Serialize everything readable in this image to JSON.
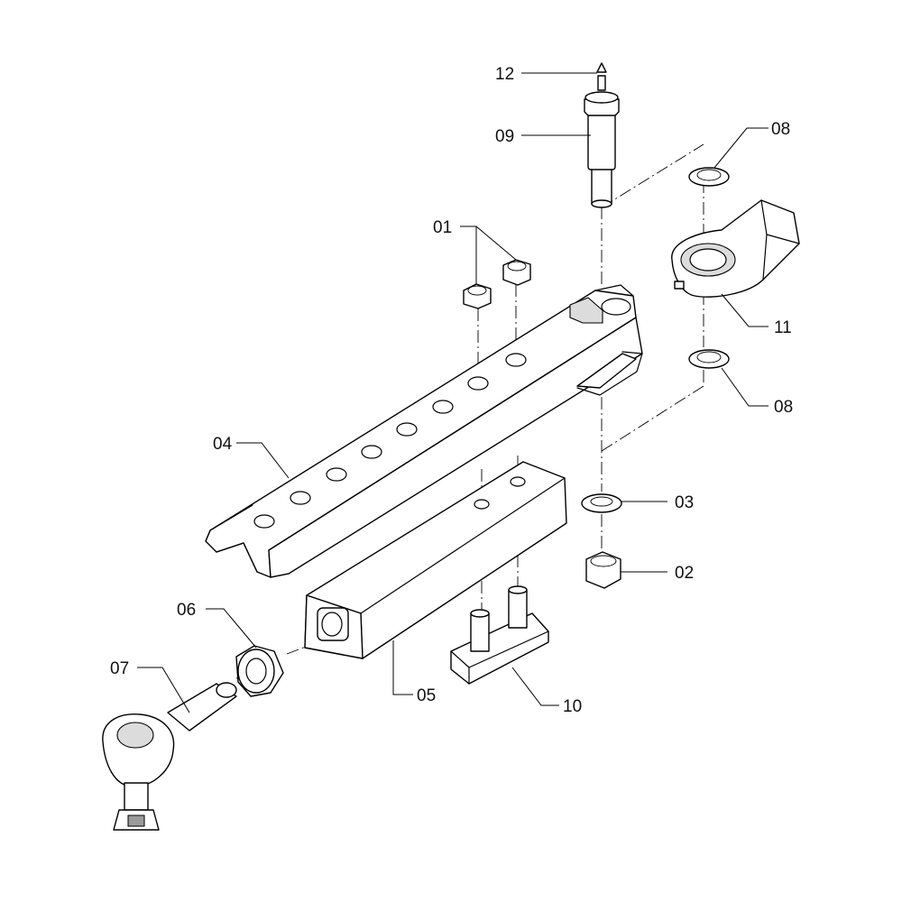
{
  "parts": [
    {
      "id": "p01",
      "number": "01",
      "name": "nut"
    },
    {
      "id": "p02",
      "number": "02",
      "name": "nut"
    },
    {
      "id": "p03",
      "number": "03",
      "name": "washer"
    },
    {
      "id": "p04",
      "number": "04",
      "name": "channel-bar"
    },
    {
      "id": "p05",
      "number": "05",
      "name": "square-tube"
    },
    {
      "id": "p06",
      "number": "06",
      "name": "jam-nut"
    },
    {
      "id": "p07",
      "number": "07",
      "name": "ball-joint"
    },
    {
      "id": "p08a",
      "number": "08",
      "name": "washer"
    },
    {
      "id": "p08b",
      "number": "08",
      "name": "washer"
    },
    {
      "id": "p09",
      "number": "09",
      "name": "pin"
    },
    {
      "id": "p10",
      "number": "10",
      "name": "stud-plate"
    },
    {
      "id": "p11",
      "number": "11",
      "name": "rod-end"
    },
    {
      "id": "p12",
      "number": "12",
      "name": "grease-nipple"
    }
  ],
  "colors": {
    "line": "#000000",
    "fill": "#ffffff",
    "shade": "#dcdcdc"
  }
}
